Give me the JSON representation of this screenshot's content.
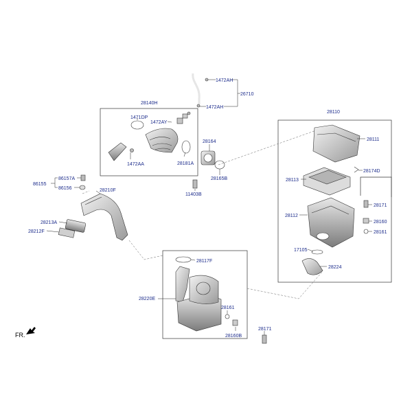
{
  "diagram": {
    "part_numbers": {
      "p26710": "26710",
      "p1472ah_top": "1472AH",
      "p1472ah_bottom": "1472AH",
      "p28140h": "28140H",
      "p1471dp": "1471DP",
      "p1472ay": "1472AY",
      "p1472aa": "1472AA",
      "p28181a": "28181A",
      "p28164": "28164",
      "p28165b": "28165B",
      "p11403b": "11403B",
      "p86157a": "86157A",
      "p86155": "86155",
      "p86156": "86156",
      "p28210f": "28210F",
      "p28213a": "28213A",
      "p28212f": "28212F",
      "p28110": "28110",
      "p28111": "28111",
      "p28174d": "28174D",
      "p28113": "28113",
      "p28171_right": "28171",
      "p28112": "28112",
      "p28160_right": "28160",
      "p28161_right": "28161",
      "p17105": "17105",
      "p28224": "28224",
      "p28117f": "28117F",
      "p28220e": "28220E",
      "p28161_bottom": "28161",
      "p28171_bottom": "28171",
      "p28160b": "28160B"
    },
    "orientation_label": "FR."
  }
}
